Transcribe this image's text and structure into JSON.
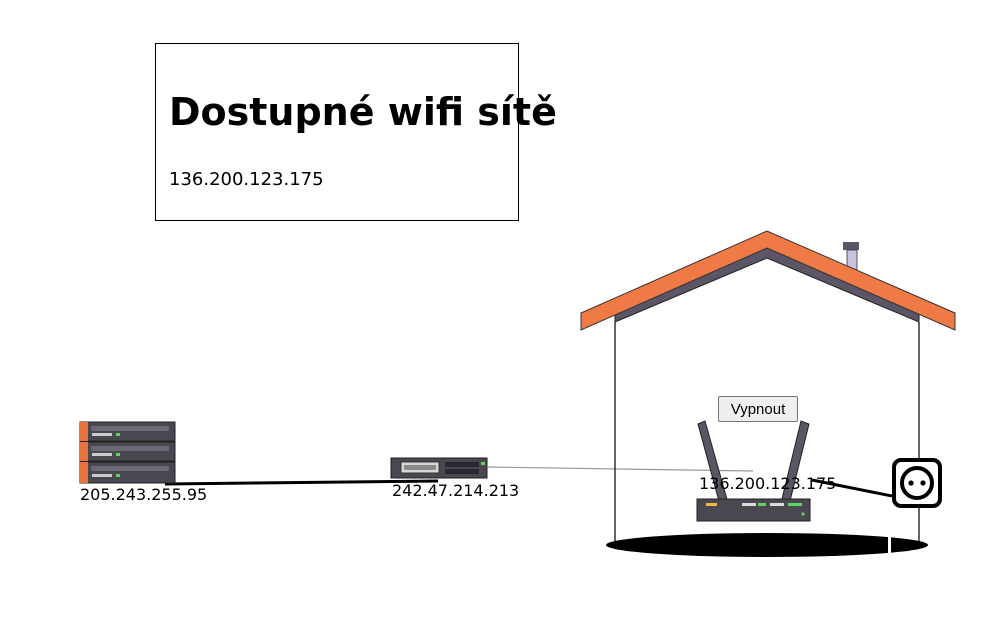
{
  "panel": {
    "title": "Dostupné wifi sítě",
    "ip": "136.200.123.175"
  },
  "devices": {
    "server": {
      "ip": "205.243.255.95",
      "icon": "server-rack-icon"
    },
    "switch": {
      "ip": "242.47.214.213",
      "icon": "network-switch-icon"
    },
    "router": {
      "ip": "136.200.123.175",
      "icon": "wifi-router-icon"
    },
    "socket": {
      "icon": "power-socket-icon"
    }
  },
  "house": {
    "icon": "house-icon",
    "roof_color": "#f07a45",
    "roof_inner_color": "#5b5566"
  },
  "router_button": {
    "label": "Vypnout"
  }
}
